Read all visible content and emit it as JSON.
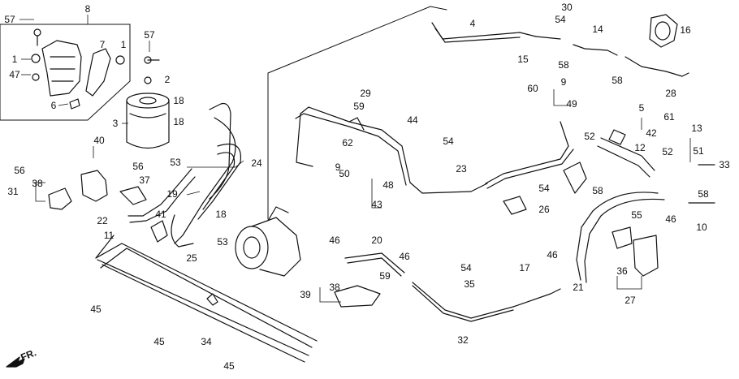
{
  "diagram": {
    "direction_label": "FR.",
    "callouts": [
      {
        "id": "57a",
        "text": "57"
      },
      {
        "id": "8",
        "text": "8"
      },
      {
        "id": "7",
        "text": "7"
      },
      {
        "id": "1a",
        "text": "1"
      },
      {
        "id": "57b",
        "text": "57"
      },
      {
        "id": "1b",
        "text": "1"
      },
      {
        "id": "47",
        "text": "47"
      },
      {
        "id": "2",
        "text": "2"
      },
      {
        "id": "6",
        "text": "6"
      },
      {
        "id": "3",
        "text": "3"
      },
      {
        "id": "18a",
        "text": "18"
      },
      {
        "id": "18b",
        "text": "18"
      },
      {
        "id": "53a",
        "text": "53"
      },
      {
        "id": "40",
        "text": "40"
      },
      {
        "id": "56a",
        "text": "56"
      },
      {
        "id": "56b",
        "text": "56"
      },
      {
        "id": "38a",
        "text": "38"
      },
      {
        "id": "31",
        "text": "31"
      },
      {
        "id": "37",
        "text": "37"
      },
      {
        "id": "24",
        "text": "24"
      },
      {
        "id": "19",
        "text": "19"
      },
      {
        "id": "22",
        "text": "22"
      },
      {
        "id": "41",
        "text": "41"
      },
      {
        "id": "18c",
        "text": "18"
      },
      {
        "id": "11",
        "text": "11"
      },
      {
        "id": "53b",
        "text": "53"
      },
      {
        "id": "25",
        "text": "25"
      },
      {
        "id": "30",
        "text": "30"
      },
      {
        "id": "54a",
        "text": "54"
      },
      {
        "id": "4",
        "text": "4"
      },
      {
        "id": "14",
        "text": "14"
      },
      {
        "id": "16",
        "text": "16"
      },
      {
        "id": "15",
        "text": "15"
      },
      {
        "id": "58a",
        "text": "58"
      },
      {
        "id": "58b",
        "text": "58"
      },
      {
        "id": "28",
        "text": "28"
      },
      {
        "id": "29",
        "text": "29"
      },
      {
        "id": "59a",
        "text": "59"
      },
      {
        "id": "60",
        "text": "60"
      },
      {
        "id": "9a",
        "text": "9"
      },
      {
        "id": "49",
        "text": "49"
      },
      {
        "id": "5",
        "text": "5"
      },
      {
        "id": "61",
        "text": "61"
      },
      {
        "id": "13",
        "text": "13"
      },
      {
        "id": "44",
        "text": "44"
      },
      {
        "id": "54b",
        "text": "54"
      },
      {
        "id": "62",
        "text": "62"
      },
      {
        "id": "52a",
        "text": "52"
      },
      {
        "id": "42",
        "text": "42"
      },
      {
        "id": "12",
        "text": "12"
      },
      {
        "id": "52b",
        "text": "52"
      },
      {
        "id": "51",
        "text": "51"
      },
      {
        "id": "33",
        "text": "33"
      },
      {
        "id": "9b",
        "text": "9"
      },
      {
        "id": "50",
        "text": "50"
      },
      {
        "id": "23",
        "text": "23"
      },
      {
        "id": "48",
        "text": "48"
      },
      {
        "id": "43",
        "text": "43"
      },
      {
        "id": "54c",
        "text": "54"
      },
      {
        "id": "58c",
        "text": "58"
      },
      {
        "id": "58d",
        "text": "58"
      },
      {
        "id": "26",
        "text": "26"
      },
      {
        "id": "46a",
        "text": "46"
      },
      {
        "id": "10",
        "text": "10"
      },
      {
        "id": "55",
        "text": "55"
      },
      {
        "id": "20",
        "text": "20"
      },
      {
        "id": "46b",
        "text": "46"
      },
      {
        "id": "46c",
        "text": "46"
      },
      {
        "id": "59b",
        "text": "59"
      },
      {
        "id": "54d",
        "text": "54"
      },
      {
        "id": "35",
        "text": "35"
      },
      {
        "id": "17",
        "text": "17"
      },
      {
        "id": "46d",
        "text": "46"
      },
      {
        "id": "21",
        "text": "21"
      },
      {
        "id": "36",
        "text": "36"
      },
      {
        "id": "27",
        "text": "27"
      },
      {
        "id": "38b",
        "text": "38"
      },
      {
        "id": "39",
        "text": "39"
      },
      {
        "id": "45a",
        "text": "45"
      },
      {
        "id": "45b",
        "text": "45"
      },
      {
        "id": "34",
        "text": "34"
      },
      {
        "id": "32",
        "text": "32"
      },
      {
        "id": "45c",
        "text": "45"
      }
    ]
  }
}
